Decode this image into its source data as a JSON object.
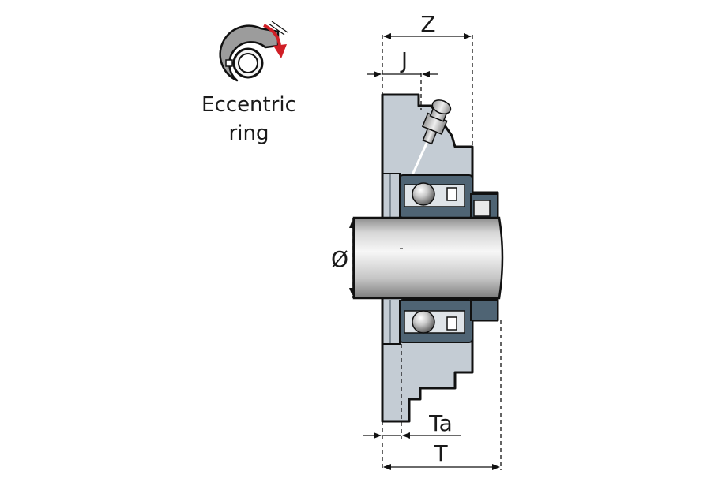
{
  "eccentric": {
    "line1": "Eccentric",
    "line2": "ring"
  },
  "dimensions": {
    "Z": "Z",
    "J": "J",
    "diameter": "Ø",
    "Ta": "Ta",
    "T": "T"
  },
  "colors": {
    "housing": "#c4ccd4",
    "bearing_ring": "#4f6474",
    "shaft_light": "#f3f3f3",
    "shaft_dark": "#9a9a9a",
    "rotation_arrow": "#d01f26",
    "outline": "#111111"
  }
}
